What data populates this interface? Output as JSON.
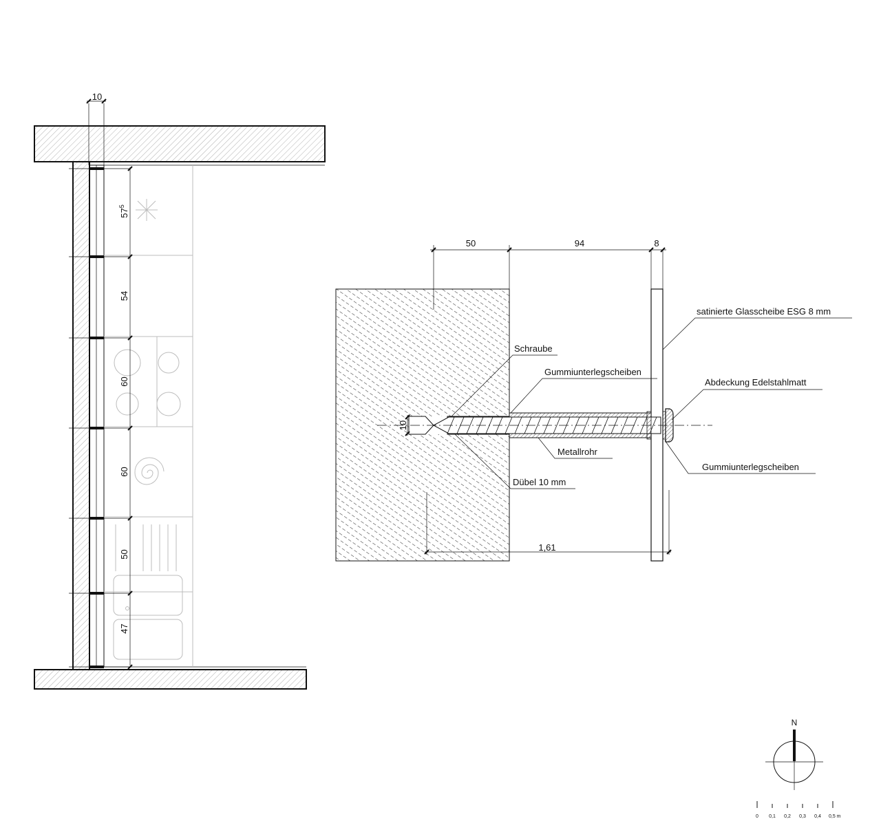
{
  "plan": {
    "wall_dimension": "10",
    "segments": [
      {
        "label": "57",
        "superscript": "5"
      },
      {
        "label": "54",
        "superscript": ""
      },
      {
        "label": "60",
        "superscript": ""
      },
      {
        "label": "60",
        "superscript": ""
      },
      {
        "label": "50",
        "superscript": ""
      },
      {
        "label": "47",
        "superscript": ""
      }
    ]
  },
  "detail": {
    "dimensions": {
      "top_left": "50",
      "top_middle": "94",
      "top_right": "8",
      "bore": "10",
      "bottom": "1,61"
    },
    "labels": {
      "glass": "satinierte Glasscheibe ESG 8 mm",
      "screw": "Schraube",
      "washer_top": "Gummiunterlegscheiben",
      "cover": "Abdeckung Edelstahlmatt",
      "tube": "Metallrohr",
      "washer_bottom": "Gummiunterlegscheiben",
      "dowel": "Dübel 10 mm"
    }
  },
  "north_arrow": {
    "letter": "N"
  },
  "scale_bar": {
    "ticks": [
      "0",
      "0,1",
      "0,2",
      "0,3",
      "0,4",
      "0,5 m"
    ]
  }
}
